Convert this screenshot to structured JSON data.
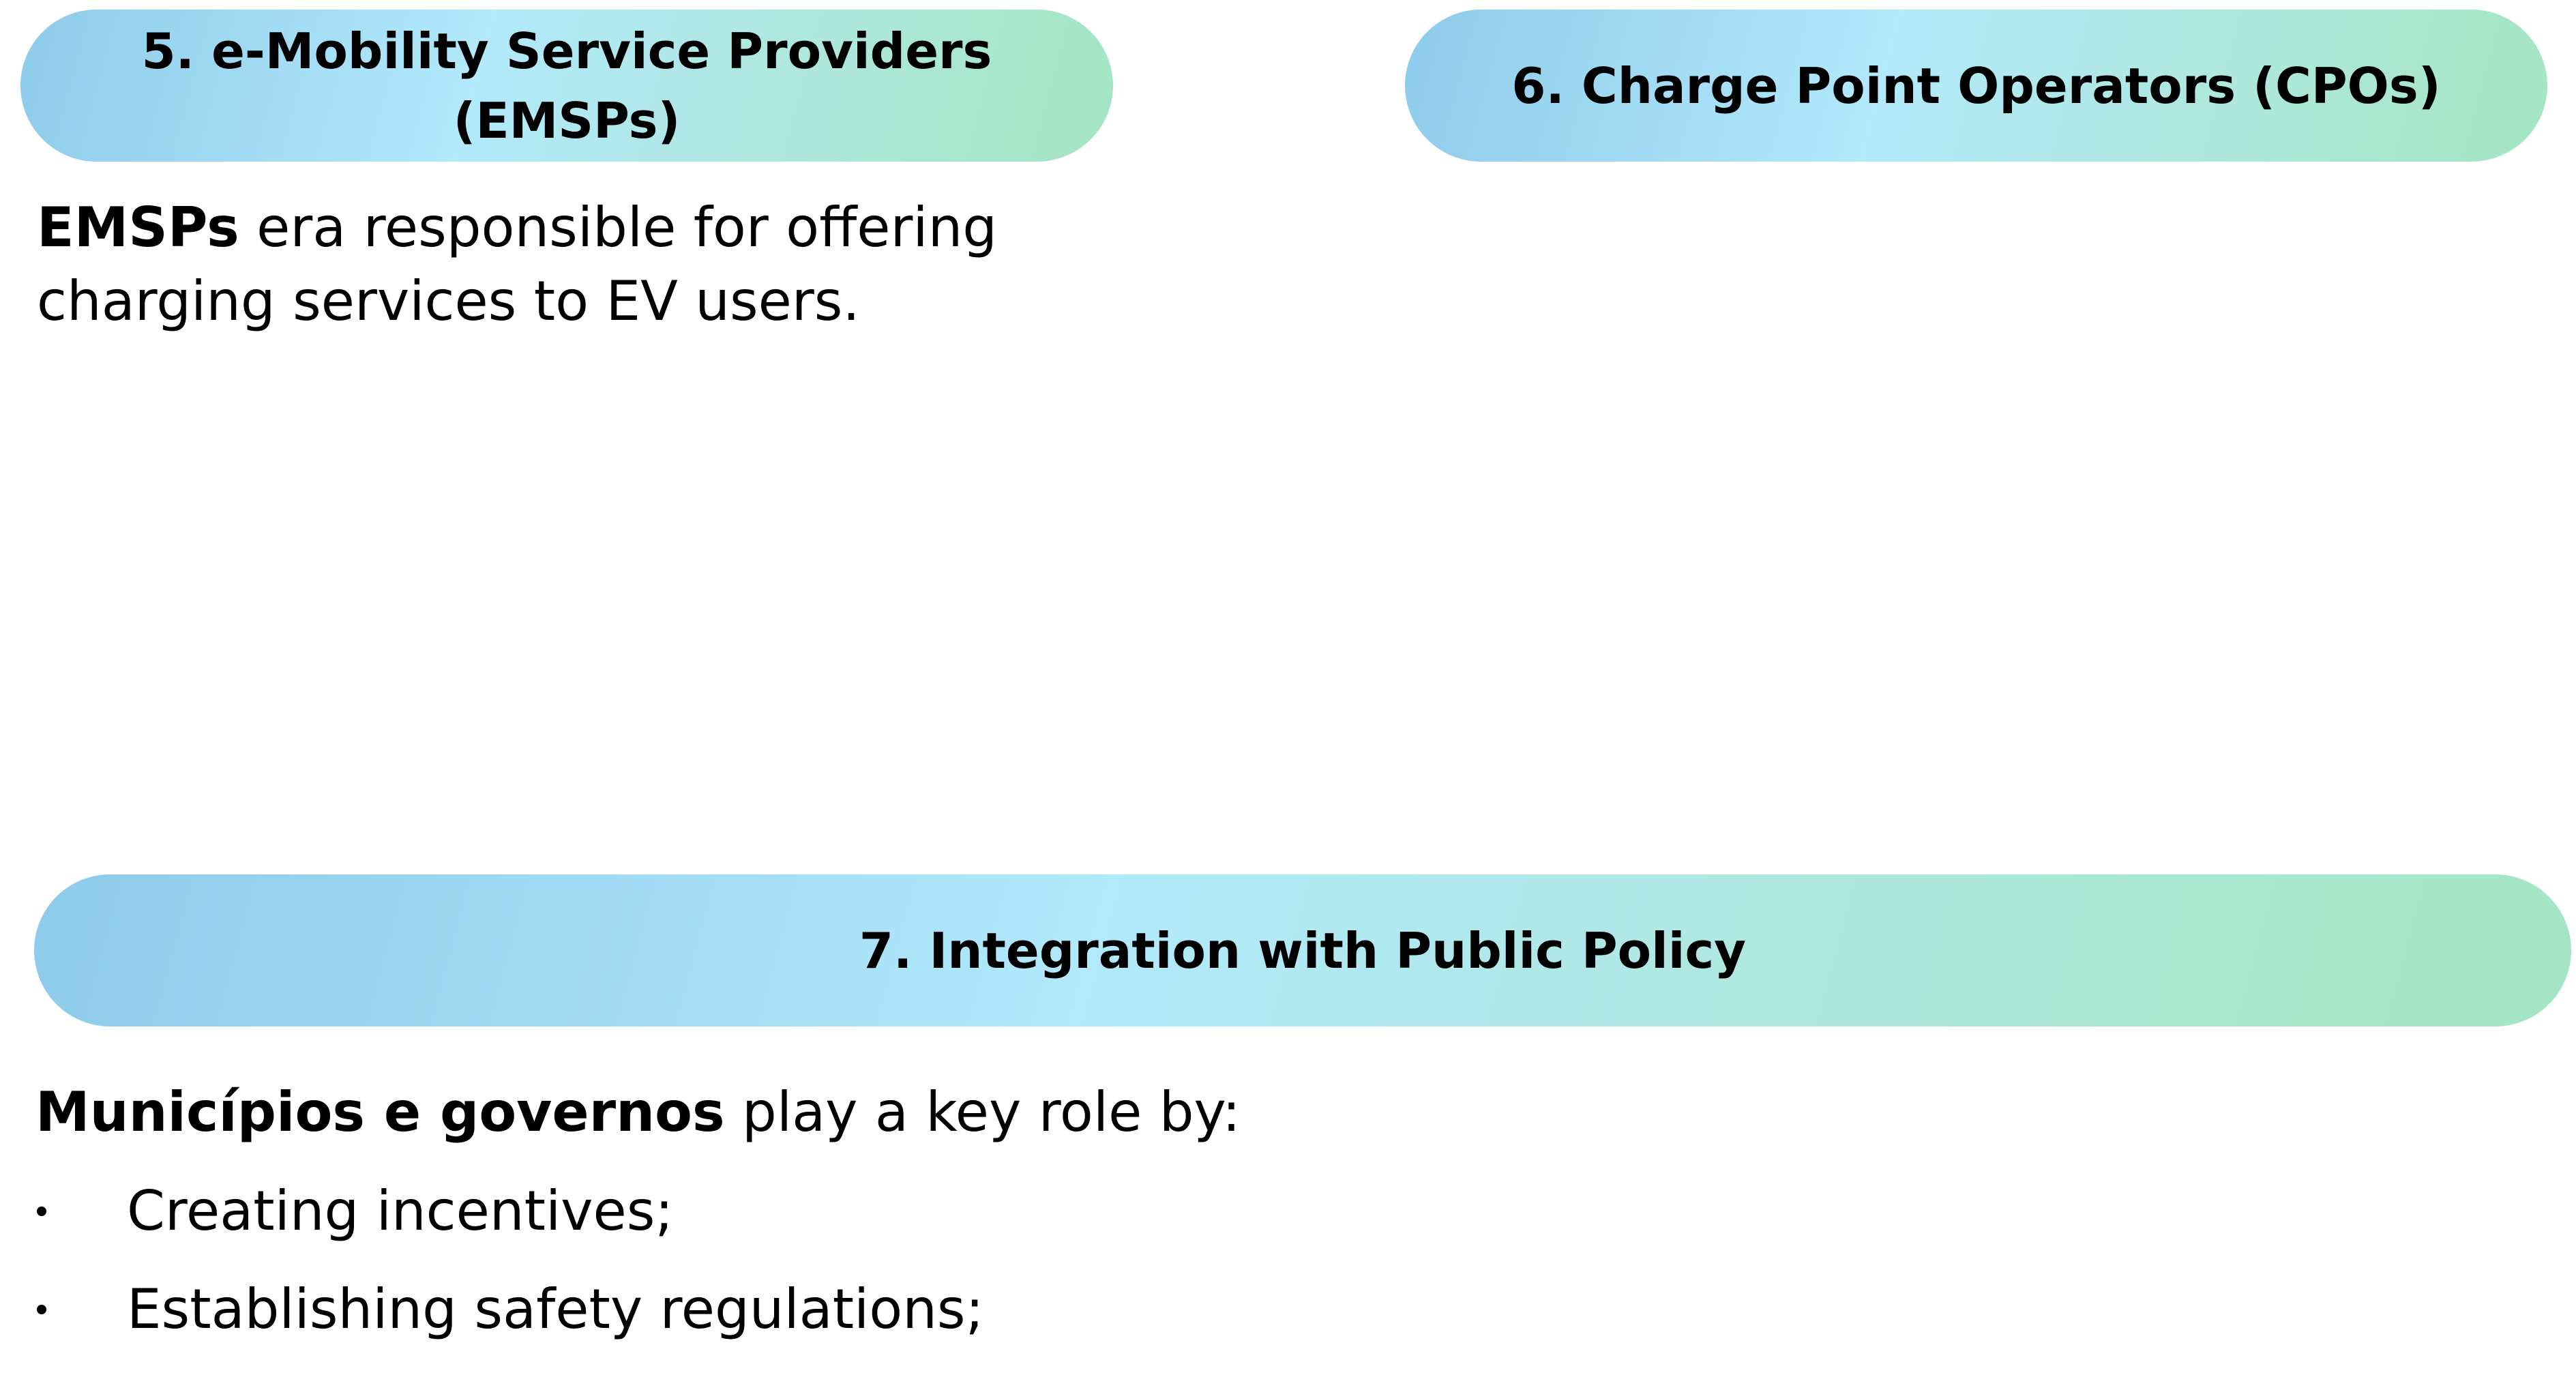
{
  "sections": {
    "emsp": {
      "heading_line1": "5. e-Mobility Service Providers",
      "heading_line2": "(EMSPs)",
      "body_bold": "EMSPs",
      "body_line1_rest": " era responsible for offering",
      "body_line2": "charging services to EV users."
    },
    "cpo": {
      "heading": "6. Charge Point Operators (CPOs)"
    },
    "policy": {
      "heading": "7. Integration with Public Policy",
      "intro_bold": "Municípios e governos",
      "intro_rest": " play a key role by:",
      "bullets": [
        "Creating incentives;",
        "Establishing safety regulations;"
      ]
    }
  },
  "colors": {
    "pill_gradient_start": "#8ecbea",
    "pill_gradient_mid": "#b2e9fb",
    "pill_gradient_end": "#a4e6c2",
    "text": "#000000",
    "background": "#ffffff"
  }
}
